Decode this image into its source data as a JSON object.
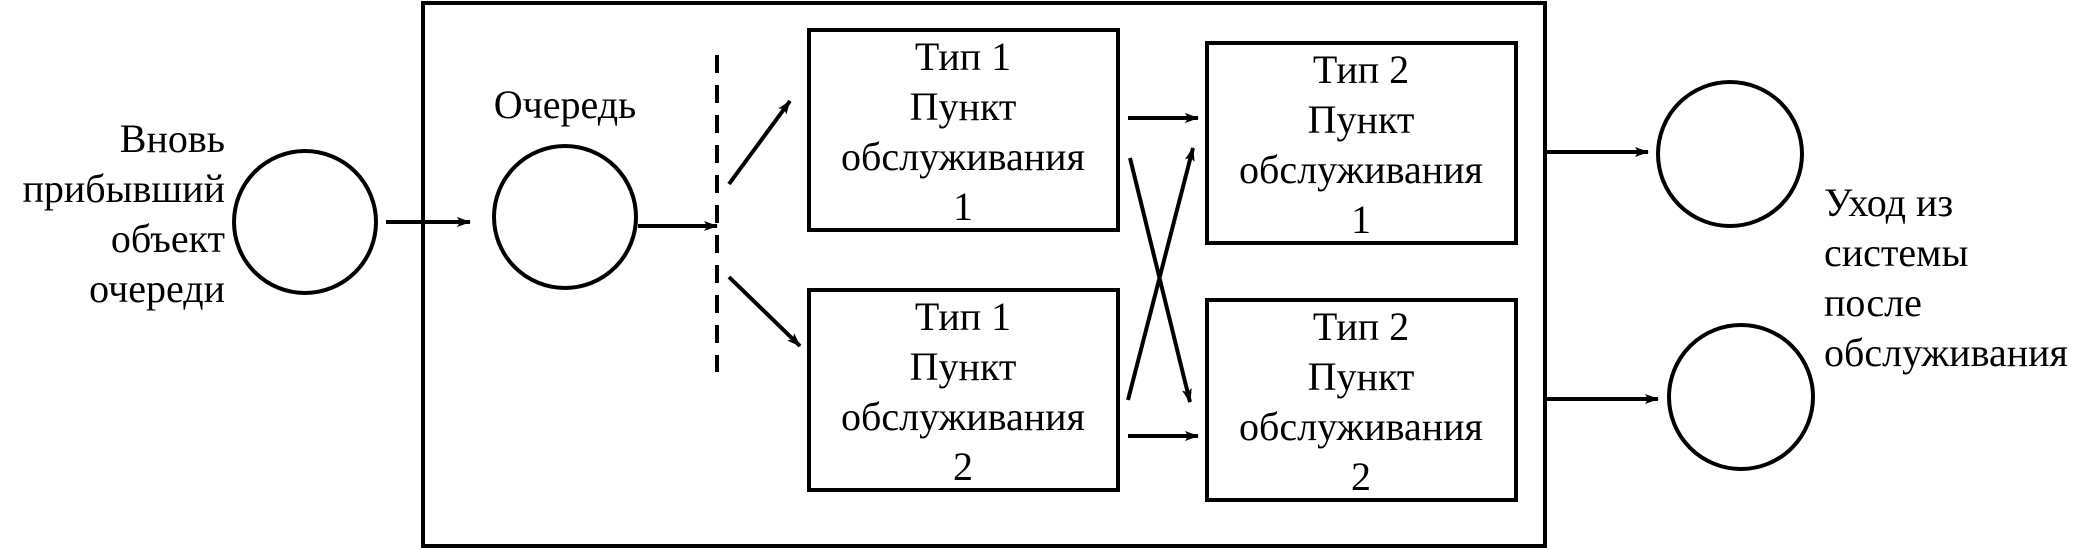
{
  "diagram": {
    "arrival_label": [
      "Вновь",
      "прибывший",
      "объект",
      "очереди"
    ],
    "queue_label": "Очередь",
    "servers": [
      {
        "type": "Тип 1",
        "word1": "Пункт",
        "word2": "обслуживания",
        "number": "1"
      },
      {
        "type": "Тип 1",
        "word1": "Пункт",
        "word2": "обслуживания",
        "number": "2"
      },
      {
        "type": "Тип 2",
        "word1": "Пункт",
        "word2": "обслуживания",
        "number": "1"
      },
      {
        "type": "Тип 2",
        "word1": "Пункт",
        "word2": "обслуживания",
        "number": "2"
      }
    ],
    "departure_label": [
      "Уход из",
      "системы",
      "после",
      "обслуживания"
    ]
  },
  "colors": {
    "ink": "#000000",
    "background": "#ffffff"
  }
}
